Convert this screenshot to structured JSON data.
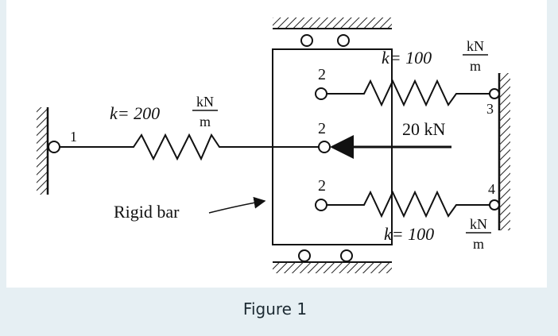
{
  "caption": "Figure 1",
  "labels": {
    "spring_left": {
      "k": "k= 200",
      "unit_num": "kN",
      "unit_den": "m"
    },
    "spring_top": {
      "k": "k= 100",
      "unit_num": "kN",
      "unit_den": "m"
    },
    "spring_bottom": {
      "k": "k= 100",
      "unit_num": "kN",
      "unit_den": "m"
    },
    "force": "20 kN",
    "rigid_bar": "Rigid bar",
    "nodes": {
      "n1": "1",
      "n2_top": "2",
      "n2_mid": "2",
      "n2_bot": "2",
      "n3": "3",
      "n4": "4"
    }
  }
}
